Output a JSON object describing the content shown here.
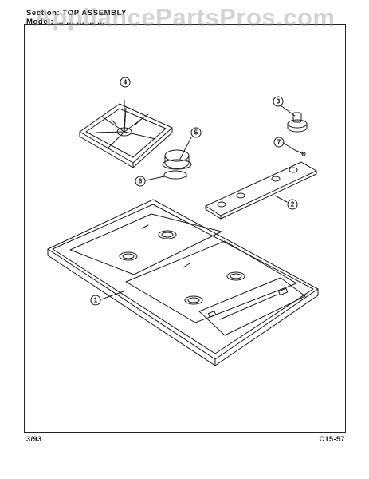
{
  "header": {
    "section_line": "Section:  TOP ASSEMBLY",
    "model_line": "Model:  ... ... ... ... ..."
  },
  "watermark": "AppliancePartsPros.com",
  "footer": {
    "date": "3/93",
    "page_code": "C15-57"
  },
  "callouts": [
    "1",
    "2",
    "3",
    "4",
    "5",
    "6",
    "7"
  ]
}
